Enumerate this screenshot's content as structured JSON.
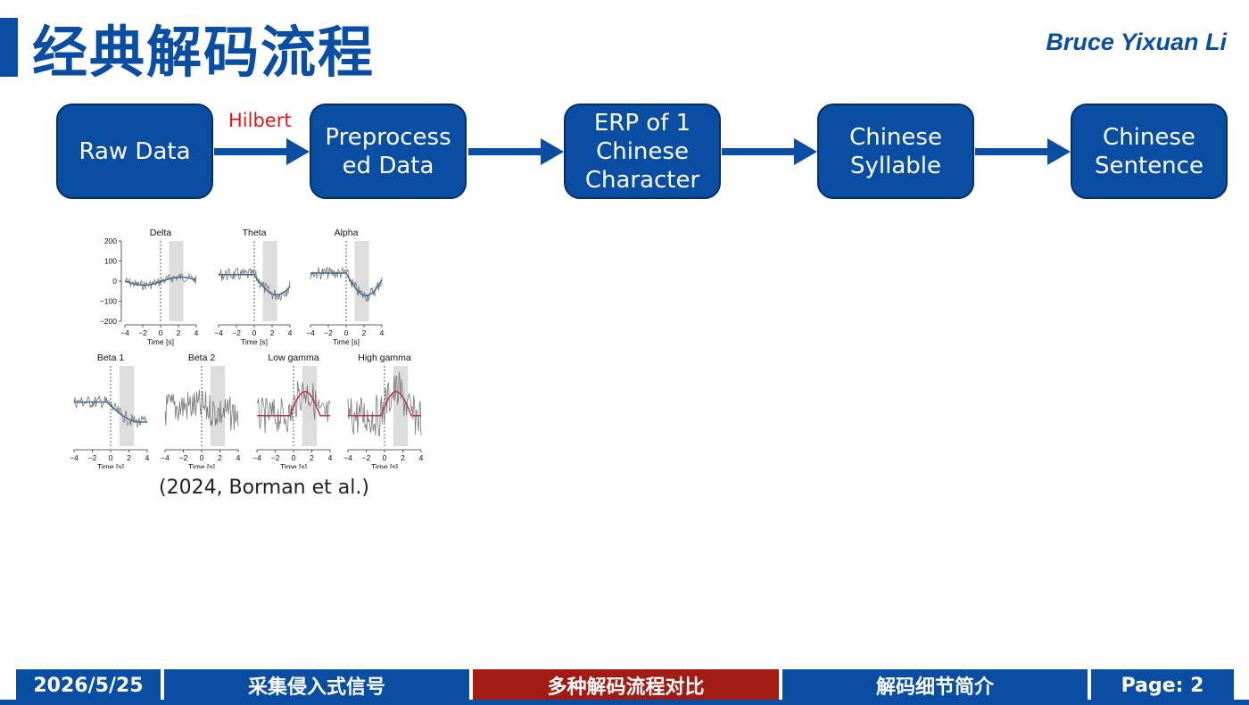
{
  "header": {
    "title": "经典解码流程",
    "author": "Bruce Yixuan Li"
  },
  "flow": {
    "arrow_label": "Hilbert",
    "steps": [
      {
        "label": "Raw Data"
      },
      {
        "label": "Preprocess\ned Data"
      },
      {
        "label": "ERP of 1\nChinese\nCharacter"
      },
      {
        "label": "Chinese\nSyllable"
      },
      {
        "label": "Chinese\nSentence"
      }
    ]
  },
  "figure": {
    "caption": "(2024, Borman et al.)",
    "panels": [
      {
        "title": "Delta"
      },
      {
        "title": "Theta"
      },
      {
        "title": "Alpha"
      },
      {
        "title": "Beta 1"
      },
      {
        "title": "Beta 2"
      },
      {
        "title": "Low gamma"
      },
      {
        "title": "High gamma"
      }
    ],
    "y_ticks": [
      "200",
      "100",
      "0",
      "−100",
      "−200"
    ],
    "x_ticks": [
      "−4",
      "−2",
      "0",
      "2",
      "4"
    ],
    "x_label": "Time [s]",
    "colors": {
      "fit_blue": "#3a6b96",
      "fit_red": "#b8334a",
      "raw_gray": "#777777",
      "shade": "#dddddd"
    }
  },
  "footer": {
    "items": [
      {
        "label": "2026/5/25",
        "active": false
      },
      {
        "label": "采集侵入式信号",
        "active": false
      },
      {
        "label": "多种解码流程对比",
        "active": true
      },
      {
        "label": "解码细节简介",
        "active": false
      },
      {
        "label": "Page: 2",
        "active": false
      }
    ],
    "colors": {
      "primary": "#0a4ea3",
      "active": "#a21c14"
    }
  }
}
